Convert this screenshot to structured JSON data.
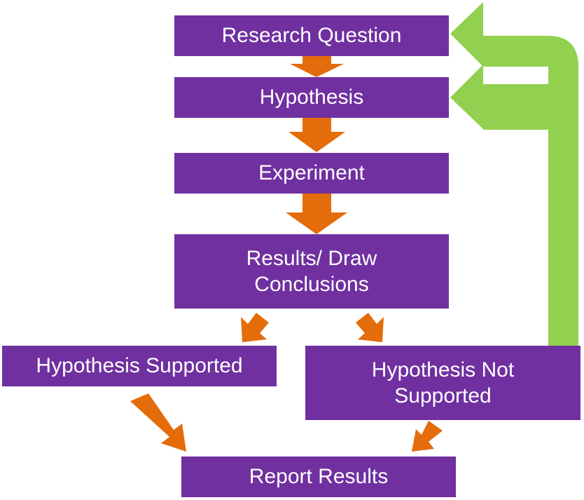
{
  "colors": {
    "box_fill": "#7030A0",
    "arrow_orange": "#E46C0A",
    "arrow_green": "#92D050",
    "box_text": "#FFFFFF",
    "background": "#FFFFFF"
  },
  "nodes": {
    "research_question": "Research Question",
    "hypothesis": "Hypothesis",
    "experiment": "Experiment",
    "results": {
      "line1": "Results/ Draw",
      "line2": "Conclusions"
    },
    "hypothesis_supported": "Hypothesis Supported",
    "hypothesis_not_supported": {
      "line1": "Hypothesis Not",
      "line2": "Supported"
    },
    "report_results": "Report Results"
  },
  "edges": [
    {
      "from": "research_question",
      "to": "hypothesis"
    },
    {
      "from": "hypothesis",
      "to": "experiment"
    },
    {
      "from": "experiment",
      "to": "results"
    },
    {
      "from": "results",
      "to": "hypothesis_supported"
    },
    {
      "from": "results",
      "to": "hypothesis_not_supported"
    },
    {
      "from": "hypothesis_supported",
      "to": "report_results"
    },
    {
      "from": "hypothesis_not_supported",
      "to": "report_results"
    },
    {
      "from": "hypothesis_not_supported",
      "to": "hypothesis"
    },
    {
      "from": "hypothesis_not_supported",
      "to": "research_question"
    }
  ]
}
